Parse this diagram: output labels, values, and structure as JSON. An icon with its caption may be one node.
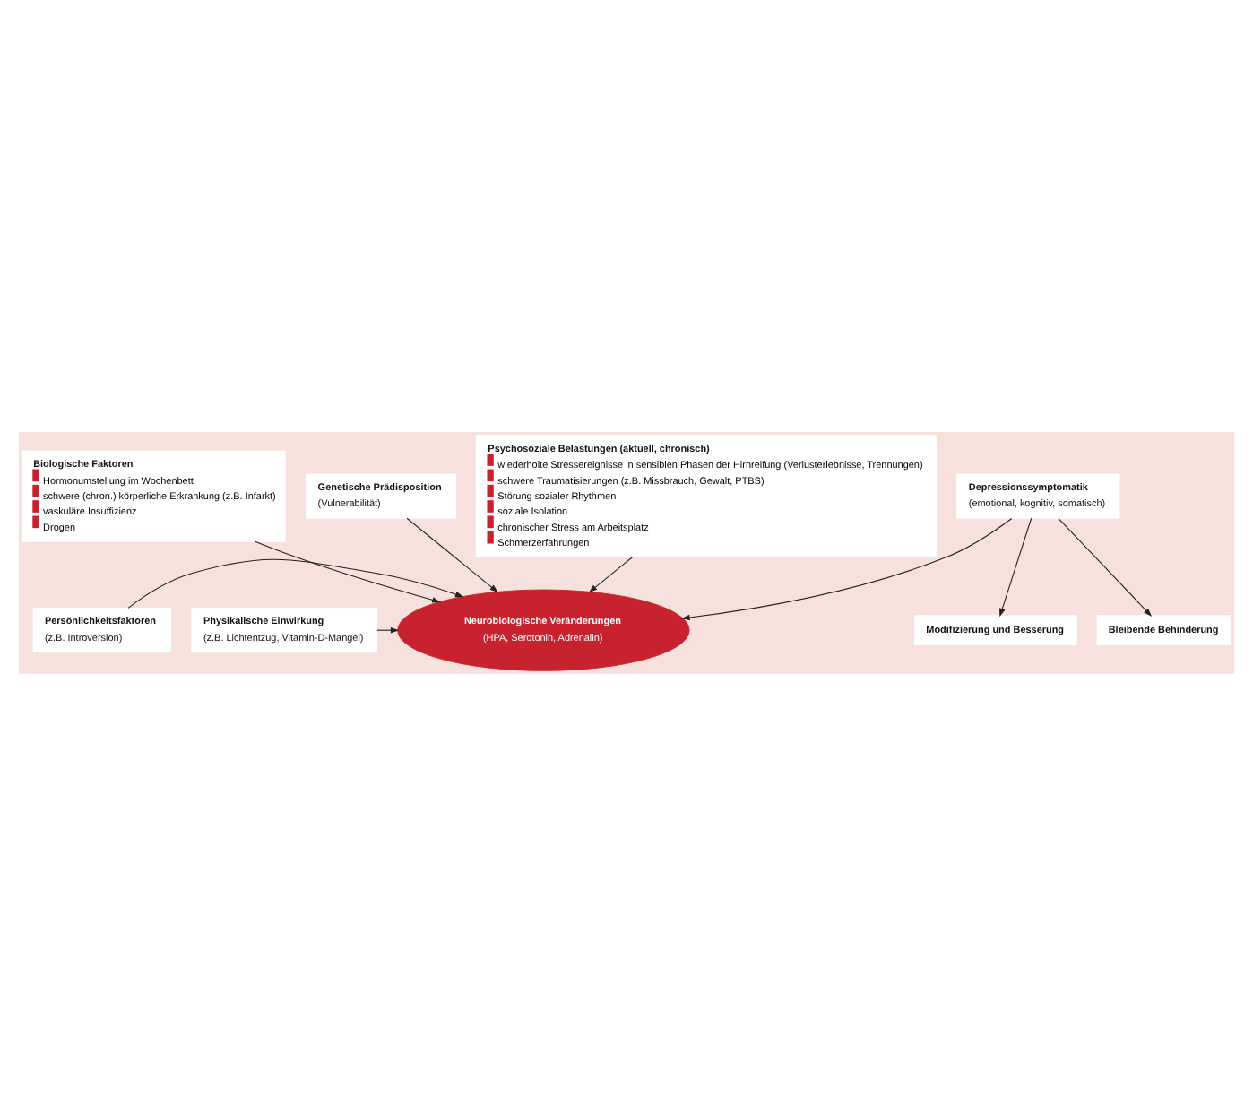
{
  "diagram": {
    "nodes": [
      {
        "text": [
          "Biologische Faktoren",
          "Hormonumstellung im Wochenbett",
          "schwere (chron.) körperliche Erkrankung (z.B. Infarkt)",
          "vaskuläre Insuffizienz",
          "Drogen"
        ]
      },
      {
        "text": [
          "Genetische Prädisposition",
          "(Vulnerabilität)"
        ]
      },
      {
        "text": [
          "Psychosoziale Belastungen (aktuell, chronisch)",
          "wiederholte Stressereignisse in sensiblen Phasen der Hirnreifung (Verlusterlebnisse, Trennungen)",
          "schwere Traumatisierungen (z.B. Missbrauch, Gewalt, PTBS)",
          "Störung sozialer Rhythmen",
          "soziale Isolation",
          "chronischer Stress am Arbeitsplatz",
          "Schmerzerfahrungen"
        ]
      },
      {
        "text": [
          "Physikalische Einwirkung",
          "(z.B. Lichtentzug, Vitamin-D-Mangel)"
        ]
      },
      {
        "text": [
          "Neurobiologische Veränderungen",
          "(HPA, Serotonin, Adrenalin)"
        ]
      },
      {
        "text": [
          "Persönlichkeitsfaktoren",
          "(z.B. Introversion)"
        ]
      },
      {
        "text": [
          "Depressionssymptomatik",
          "(emotional, kognitiv, somatisch)"
        ]
      },
      {
        "text": [
          "Bleibende Behinderung"
        ]
      },
      {
        "text": [
          "Modifizierung und Besserung"
        ]
      }
    ],
    "edges": [
      {
        "from": 0,
        "to": 4,
        "arrow": "to"
      },
      {
        "from": 1,
        "to": 4,
        "arrow": "to"
      },
      {
        "from": 2,
        "to": 4,
        "arrow": "to"
      },
      {
        "from": 3,
        "to": 4,
        "arrow": "to"
      },
      {
        "from": 5,
        "to": 4,
        "arrow": "to"
      },
      {
        "from": 6,
        "to": 4,
        "arrow": "to"
      },
      {
        "from": 6,
        "to": 7,
        "arrow": "to"
      },
      {
        "from": 6,
        "to": 8,
        "arrow": "to"
      }
    ]
  }
}
